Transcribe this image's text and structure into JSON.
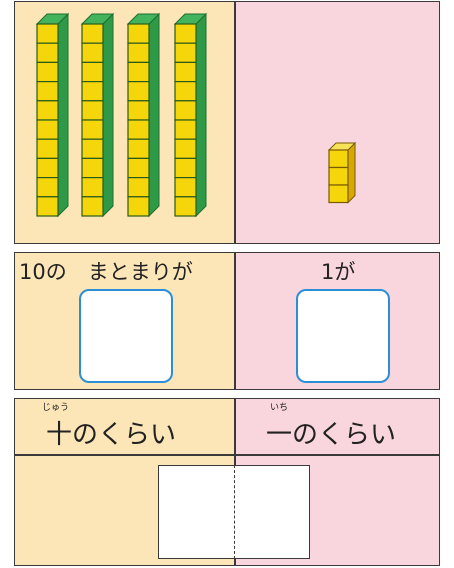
{
  "row2": {
    "tens_label": "10の　まとまりが",
    "ones_label": "1が"
  },
  "row3": {
    "tens_reading": "じゅう",
    "tens_label": "十のくらい",
    "ones_reading": "いち",
    "ones_label": "一のくらい"
  },
  "blocks": {
    "ten_rods": 4,
    "ones_cubes": 3
  },
  "colors": {
    "tens_bg": "#fce6b8",
    "ones_bg": "#f9d6de",
    "cube_yellow": "#f5d60a",
    "rod_green": "#2e9a48",
    "box_border": "#2a8fd6"
  }
}
